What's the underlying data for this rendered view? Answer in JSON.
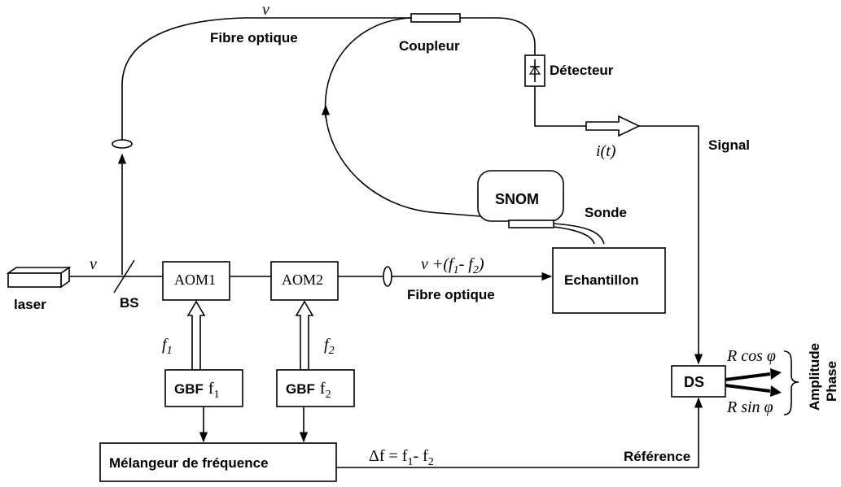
{
  "labels": {
    "nu_top": "ν",
    "fibre_top": "Fibre optique",
    "coupleur": "Coupleur",
    "detecteur": "Détecteur",
    "i_t": "i(t)",
    "signal": "Signal",
    "snom": "SNOM",
    "sonde": "Sonde",
    "nu_laser": "ν",
    "laser": "laser",
    "bs": "BS",
    "aom1": "AOM1",
    "aom2": "AOM2",
    "nu_shift_base": "ν +(",
    "nu_shift_f1": "f",
    "nu_shift_sub1": "1",
    "nu_shift_minus": "- ",
    "nu_shift_f2": "f",
    "nu_shift_sub2": "2",
    "nu_shift_close": ")",
    "fibre_bottom": "Fibre optique",
    "echantillon": "Echantillon",
    "f1_italic": "f",
    "f1_sub": "1",
    "f2_italic": "f",
    "f2_sub": "2",
    "gbf": "GBF",
    "gbf1_f": "f",
    "gbf1_sub": "1",
    "gbf2_f": "f",
    "gbf2_sub": "2",
    "melangeur": "Mélangeur de fréquence",
    "delta_f": "Δf =  f",
    "delta_sub1": "1",
    "delta_minus": "- f",
    "delta_sub2": "2",
    "reference": "Référence",
    "ds": "DS",
    "rcos": "R cos φ",
    "rsin": "R sin φ",
    "amplitude": "Amplitude",
    "phase": "Phase"
  }
}
